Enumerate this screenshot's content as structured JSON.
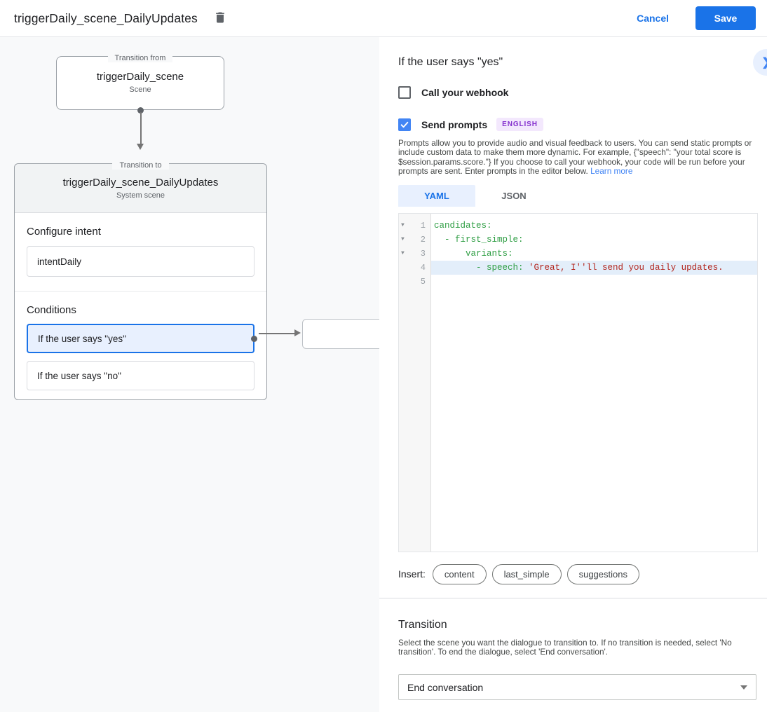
{
  "toolbar": {
    "title": "triggerDaily_scene_DailyUpdates",
    "cancel_label": "Cancel",
    "save_label": "Save"
  },
  "canvas": {
    "from_node": {
      "label": "Transition from",
      "title": "triggerDaily_scene",
      "subtitle": "Scene"
    },
    "to_node": {
      "label": "Transition to",
      "title": "triggerDaily_scene_DailyUpdates",
      "subtitle": "System scene",
      "configure_intent_heading": "Configure intent",
      "intent_value": "intentDaily",
      "conditions_heading": "Conditions",
      "conditions": [
        "If the user says \"yes\"",
        "If the user says \"no\""
      ]
    }
  },
  "panel": {
    "header": "If the user says \"yes\"",
    "webhook_label": "Call your webhook",
    "prompts_label": "Send prompts",
    "language_badge": "ENGLISH",
    "description": "Prompts allow you to provide audio and visual feedback to users. You can send static prompts or include custom data to make them more dynamic. For example, {\"speech\": \"your total score is $session.params.score.\"} If you choose to call your webhook, your code will be run before your prompts are sent. Enter prompts in the editor below. ",
    "learn_more": "Learn more",
    "tabs": {
      "yaml": "YAML",
      "json": "JSON"
    },
    "editor": {
      "line_numbers": [
        "1",
        "2",
        "3",
        "4",
        "5"
      ],
      "lines": {
        "l1": "candidates:",
        "l2": "  - first_simple:",
        "l3": "      variants:",
        "l4_key": "        - speech: ",
        "l4_string": "'Great, I''ll send you daily updates.",
        "l5": ""
      }
    },
    "insert_label": "Insert:",
    "chips": [
      "content",
      "last_simple",
      "suggestions"
    ],
    "transition": {
      "heading": "Transition",
      "description": "Select the scene you want the dialogue to transition to. If no transition is needed, select 'No transition'. To end the dialogue, select 'End conversation'.",
      "selected_value": "End conversation"
    }
  },
  "colors": {
    "accent_blue": "#1a73e8",
    "checkbox_blue": "#4285f4",
    "selected_condition_bg": "#e8f0fe",
    "badge_purple_bg": "#f3e8fd",
    "badge_purple_text": "#8430ce",
    "code_key_green": "#2f9e44",
    "code_string_red": "#b3261e",
    "active_line_bg": "#e3eefa"
  }
}
